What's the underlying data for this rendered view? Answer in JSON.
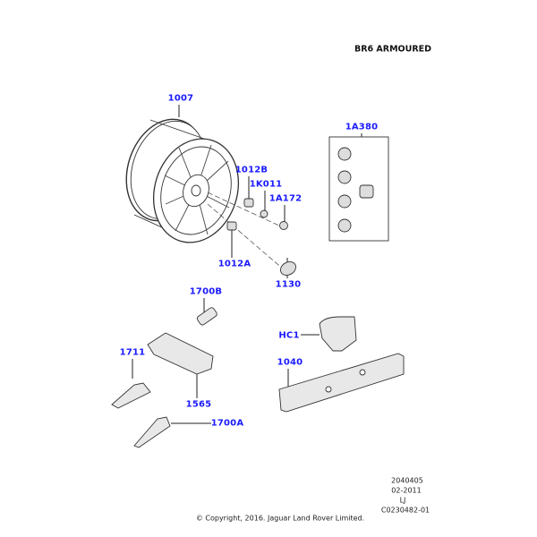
{
  "header": {
    "title": "BR6 ARMOURED"
  },
  "callouts": {
    "wheel": "1007",
    "lock_kit": "1A380",
    "nut_b": "1012B",
    "k011": "1K011",
    "a172": "1A172",
    "nut_a": "1012A",
    "center_cap": "1130",
    "valve_core": "1700B",
    "valve_1711": "1711",
    "sensor": "1565",
    "valve_a": "1700A",
    "clip": "HC1",
    "weight": "1040"
  },
  "footer": {
    "ref1": "2040405",
    "date": "02-2011",
    "initials": "LJ",
    "code": "C0230482-01",
    "copyright": "© Copyright, 2016. Jaguar Land Rover Limited."
  },
  "colors": {
    "callout": "#1a1aff",
    "line": "#222222"
  }
}
